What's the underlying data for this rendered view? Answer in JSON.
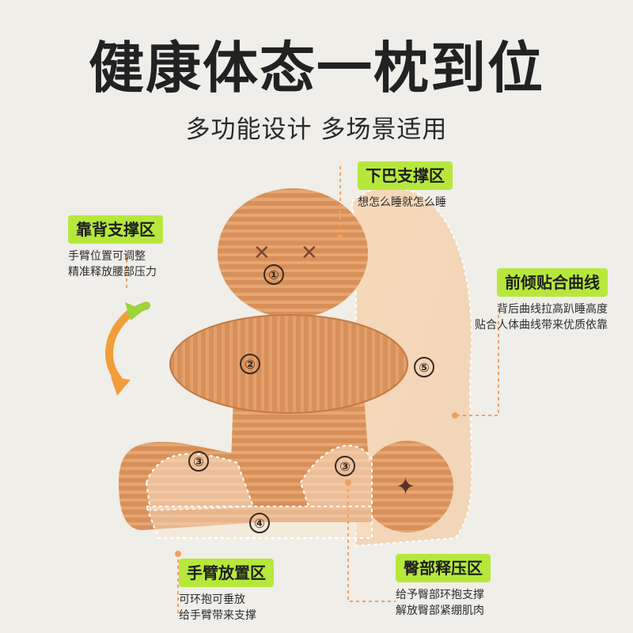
{
  "headline": "健康体态一枕到位",
  "subline": "多功能设计 多场景适用",
  "zones": {
    "chin": {
      "title": "下巴支撑区",
      "lines": [
        "想怎么睡就怎么睡"
      ]
    },
    "back": {
      "title": "靠背支撑区",
      "lines": [
        "手臂位置可调整",
        "精准释放腰部压力"
      ]
    },
    "curve": {
      "title": "前倾贴合曲线",
      "lines": [
        "背后曲线拉高趴睡高度",
        "贴合人体曲线带来优质依靠"
      ]
    },
    "arm": {
      "title": "手臂放置区",
      "lines": [
        "可环抱可垂放",
        "给手臂带来支撑"
      ]
    },
    "hip": {
      "title": "臀部释压区",
      "lines": [
        "给予臀部环抱支撑",
        "解放臀部紧绷肌肉"
      ]
    }
  },
  "markers": [
    "①",
    "②",
    "③",
    "③",
    "④",
    "⑤"
  ],
  "colors": {
    "accent": "#b6e83c",
    "plush": "#d9915a",
    "guide": "#f0a060"
  }
}
